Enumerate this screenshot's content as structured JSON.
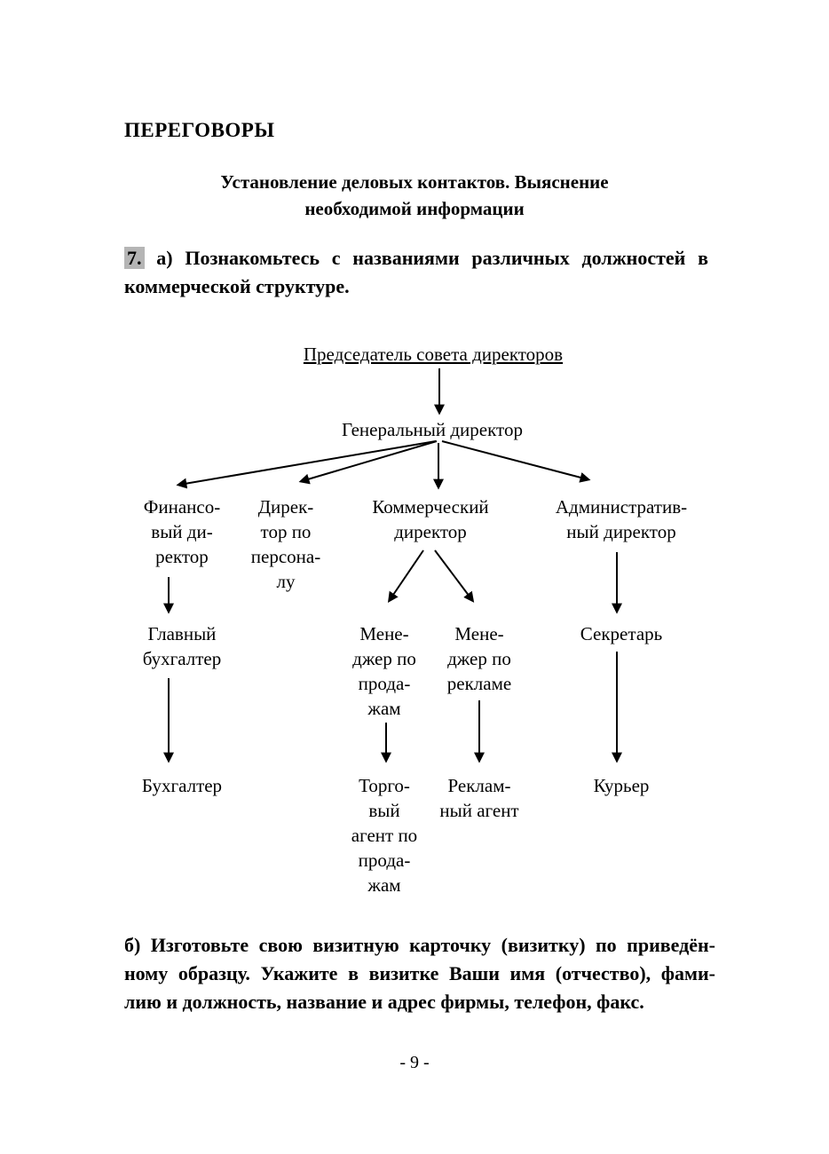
{
  "doc": {
    "header": "ПЕРЕГОВОРЫ",
    "title": {
      "line1": "Установление деловых контактов. Выяснение",
      "line2": "необходимой информации"
    },
    "exercise_a": {
      "number": "7.",
      "line1": "а) Познакомьтесь с названиями различных должностей в",
      "line2": "коммерческой структуре."
    },
    "exercise_b": {
      "lines": [
        "б) Изготовьте свою визитную карточку (визитку) по приведён-",
        "ному образцу. Укажите в визитке Ваши имя (отчество), фами-",
        "лию и должность, название и адрес фирмы, телефон, факс."
      ]
    },
    "page_number": "- 9 -"
  },
  "colors": {
    "exercise_number_highlight": "#b5b5b5",
    "text": "#000000",
    "background": "#ffffff"
  },
  "chart": {
    "type": "org-chart",
    "nodes": {
      "chairman": "Председатель совета директоров",
      "general_director": "Генеральный директор",
      "financial_director": "Финансо-\nвый ди-\nректор",
      "hr_director": "Дирек-\nтор по\nперсона-\nлу",
      "commercial_director": "Коммерческий\nдиректор",
      "administrative_director": "Административ-\nный директор",
      "chief_accountant": "Главный\nбухгалтер",
      "sales_manager": "Мене-\nджер по\nпрода-\nжам",
      "ad_manager": "Мене-\nджер по\nрекламе",
      "secretary": "Секретарь",
      "accountant": "Бухгалтер",
      "sales_agent": "Торго-\nвый\nагент по\nпрода-\nжам",
      "ad_agent": "Реклам-\nный агент",
      "courier": "Курьер"
    },
    "edges": [
      [
        "chairman",
        "general_director"
      ],
      [
        "general_director",
        "financial_director"
      ],
      [
        "general_director",
        "hr_director"
      ],
      [
        "general_director",
        "commercial_director"
      ],
      [
        "general_director",
        "administrative_director"
      ],
      [
        "financial_director",
        "chief_accountant"
      ],
      [
        "chief_accountant",
        "accountant"
      ],
      [
        "commercial_director",
        "sales_manager"
      ],
      [
        "commercial_director",
        "ad_manager"
      ],
      [
        "sales_manager",
        "sales_agent"
      ],
      [
        "ad_manager",
        "ad_agent"
      ],
      [
        "administrative_director",
        "secretary"
      ],
      [
        "secretary",
        "courier"
      ]
    ]
  }
}
